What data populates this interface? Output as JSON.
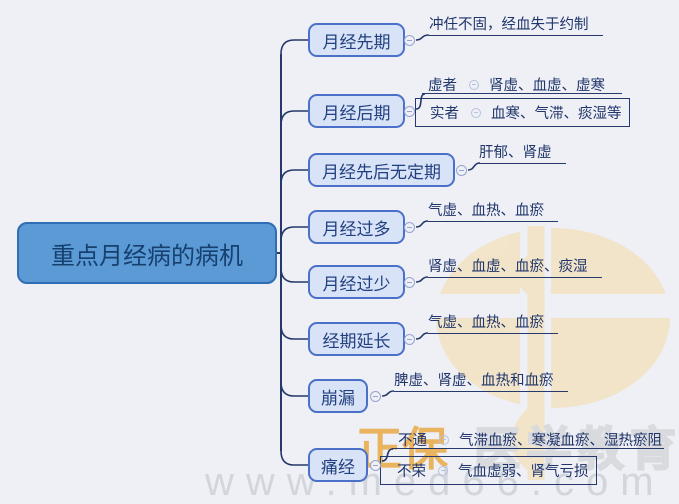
{
  "main": {
    "label": "重点月经病的病机"
  },
  "branches": [
    {
      "label": "月经先期",
      "leaf": "冲任不固，经血失于约制"
    },
    {
      "label": "月经后期",
      "children": [
        {
          "tag": "虚者",
          "leaf": "肾虚、血虚、虚寒",
          "boxed": false
        },
        {
          "tag": "实者",
          "leaf": "血寒、气滞、痰湿等",
          "boxed": true
        }
      ]
    },
    {
      "label": "月经先后无定期",
      "leaf": "肝郁、肾虚"
    },
    {
      "label": "月经过多",
      "leaf": "气虚、血热、血瘀"
    },
    {
      "label": "月经过少",
      "leaf": "肾虚、血虚、血瘀、痰湿"
    },
    {
      "label": "经期延长",
      "leaf": "气虚、血热、血瘀"
    },
    {
      "label": "崩漏",
      "leaf": "脾虚、肾虚、血热和血瘀"
    },
    {
      "label": "痛经",
      "children": [
        {
          "tag": "不通",
          "leaf": "气滞血瘀、寒凝血瘀、湿热瘀阻",
          "boxed": false
        },
        {
          "tag": "不荣",
          "leaf": "气血虚弱、肾气亏损",
          "boxed": true
        }
      ]
    }
  ],
  "watermark": {
    "brand_highlight": "正保",
    "brand_rest": "医学教育网",
    "url": "www.med66.com"
  },
  "icons": {
    "collapse": "minus-circle",
    "logo": "med66-cross-circle"
  },
  "colors": {
    "background": "#eef0f5",
    "root_fill": "#5b9ad4",
    "root_border": "#2f6db4",
    "root_text": "#16406f",
    "node_fill": "#d9e3f8",
    "node_border": "#4b70c9",
    "node_text": "#21407f",
    "line": "#26396b",
    "leaf_text": "#20356b",
    "watermark_gold": "#eab158",
    "watermark_gray": "#d2d5db",
    "watermark_logo_tan": "#f2e3c4"
  }
}
